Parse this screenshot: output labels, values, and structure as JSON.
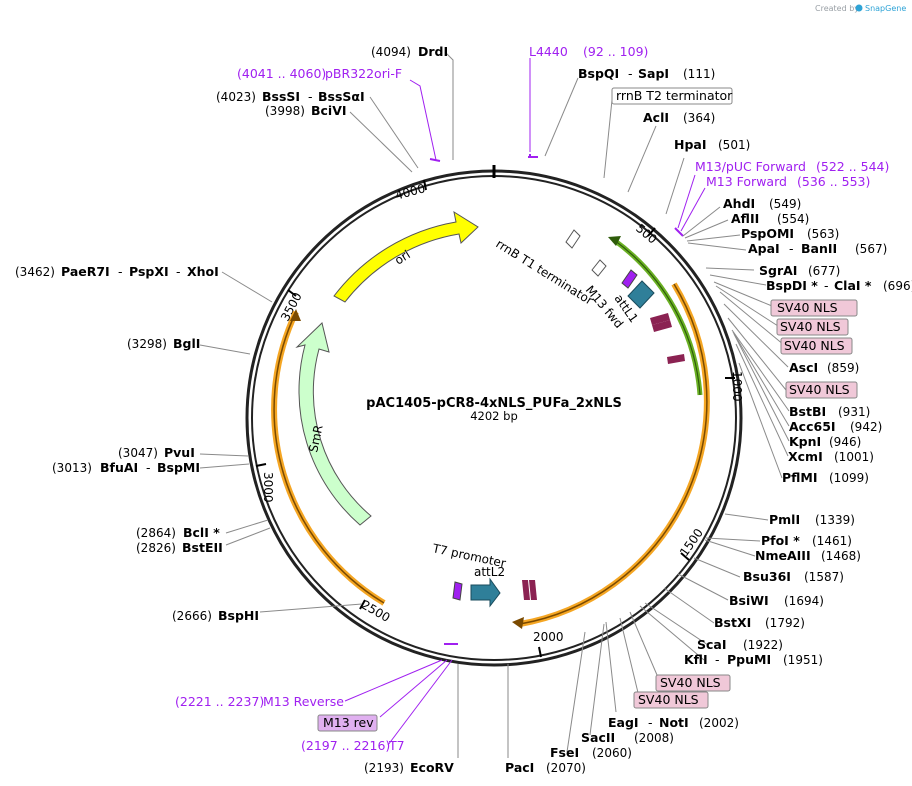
{
  "watermark": {
    "text": "Created by",
    "brand": "SnapGene"
  },
  "plasmid": {
    "name": "pAC1405-pCR8-4xNLS_PUFa_2xNLS",
    "length_label": "4202 bp"
  },
  "ticks": [
    "500",
    "1000",
    "1500",
    "2000",
    "2500",
    "3000",
    "3500",
    "4000"
  ],
  "features": {
    "ori": "ori",
    "smr": "SmR",
    "rrnb_t1": "rrnB T1 terminator",
    "rrnb_t2": "rrnB T2 terminator",
    "m13_fwd": "M13 fwd",
    "attl1": "attL1",
    "attl2": "attL2",
    "t7_promoter": "T7 promoter"
  },
  "sites": {
    "drdi": {
      "pos": "(4094)",
      "name": "DrdI"
    },
    "bspqi": {
      "name": "BspQI",
      "sep": "-",
      "name2": "SapI",
      "pos": "(111)"
    },
    "acli": {
      "name": "AclI",
      "pos": "(364)"
    },
    "hpai": {
      "name": "HpaI",
      "pos": "(501)"
    },
    "ahdi": {
      "name": "AhdI",
      "pos": "(549)"
    },
    "aflii": {
      "name": "AflII",
      "pos": "(554)"
    },
    "pspomi": {
      "name": "PspOMI",
      "pos": "(563)"
    },
    "apai": {
      "name": "ApaI",
      "sep": "-",
      "name2": "BanII",
      "pos": "(567)"
    },
    "sgrai": {
      "name": "SgrAI",
      "pos": "(677)"
    },
    "bspdi": {
      "name": "BspDI *",
      "sep": "-",
      "name2": "ClaI *",
      "pos": "(696)"
    },
    "asci": {
      "name": "AscI",
      "pos": "(859)"
    },
    "bstbi": {
      "name": "BstBI",
      "pos": "(931)"
    },
    "acc65i": {
      "name": "Acc65I",
      "pos": "(942)"
    },
    "kpni": {
      "name": "KpnI",
      "pos": "(946)"
    },
    "xcmi": {
      "name": "XcmI",
      "pos": "(1001)"
    },
    "pflmi": {
      "name": "PflMI",
      "pos": "(1099)"
    },
    "pmli": {
      "name": "PmlI",
      "pos": "(1339)"
    },
    "pfoi": {
      "name": "PfoI *",
      "pos": "(1461)"
    },
    "nmeaiii": {
      "name": "NmeAIII",
      "pos": "(1468)"
    },
    "bsu36i": {
      "name": "Bsu36I",
      "pos": "(1587)"
    },
    "bsiwi": {
      "name": "BsiWI",
      "pos": "(1694)"
    },
    "bstxi": {
      "name": "BstXI",
      "pos": "(1792)"
    },
    "scai": {
      "name": "ScaI",
      "pos": "(1922)"
    },
    "kfli": {
      "name": "KflI",
      "sep": "-",
      "name2": "PpuMI",
      "pos": "(1951)"
    },
    "eagi": {
      "name": "EagI",
      "sep": "-",
      "name2": "NotI",
      "pos": "(2002)"
    },
    "sacii": {
      "name": "SacII",
      "pos": "(2008)"
    },
    "fsei": {
      "name": "FseI",
      "pos": "(2060)"
    },
    "paci": {
      "name": "PacI",
      "pos": "(2070)"
    },
    "ecorv": {
      "pos": "(2193)",
      "name": "EcoRV"
    },
    "bsphi": {
      "pos": "(2666)",
      "name": "BspHI"
    },
    "bsteii": {
      "pos": "(2826)",
      "name": "BstEII"
    },
    "bcli": {
      "pos": "(2864)",
      "name": "BclI *"
    },
    "bfuai": {
      "pos": "(3013)",
      "name": "BfuAI",
      "sep": "-",
      "name2": "BspMI"
    },
    "pvui": {
      "pos": "(3047)",
      "name": "PvuI"
    },
    "bgli": {
      "pos": "(3298)",
      "name": "BglI"
    },
    "paer7i": {
      "pos": "(3462)",
      "name": "PaeR7I",
      "sep1": "-",
      "name2": "PspXI",
      "sep2": "-",
      "name3": "XhoI"
    },
    "bcivi": {
      "pos": "(3998)",
      "name": "BciVI"
    },
    "bsssi": {
      "pos": "(4023)",
      "name": "BssSI",
      "sep": "-",
      "name2": "BssSαI"
    }
  },
  "primers": {
    "l4440": {
      "name": "L4440",
      "range": "(92 .. 109)"
    },
    "m13puc": {
      "name": "M13/pUC Forward",
      "range": "(522 .. 544)"
    },
    "m13fwd": {
      "name": "M13 Forward",
      "range": "(536 .. 553)"
    },
    "pbr322": {
      "range": "(4041 .. 4060)",
      "name": "pBR322ori-F"
    },
    "m13rev_primer": {
      "range": "(2221 .. 2237)",
      "name": "M13 Reverse"
    },
    "t7": {
      "range": "(2197 .. 2216)",
      "name": "T7"
    }
  },
  "boxes": {
    "rrnb_t2_box": "rrnB T2 terminator",
    "nls1": "SV40 NLS",
    "nls2": "SV40 NLS",
    "nls3": "SV40 NLS",
    "nls4": "SV40 NLS",
    "nls5": "SV40 NLS",
    "nls6": "SV40 NLS",
    "m13rev_box": "M13 rev"
  },
  "colors": {
    "ori": "#ffff00",
    "smr": "#ccffcc",
    "nls_box": "#f0c8d8",
    "att": "#2f7f99",
    "orf_orange": "#f5a623",
    "orf_green": "#6ab023",
    "primer": "#a020f0"
  }
}
